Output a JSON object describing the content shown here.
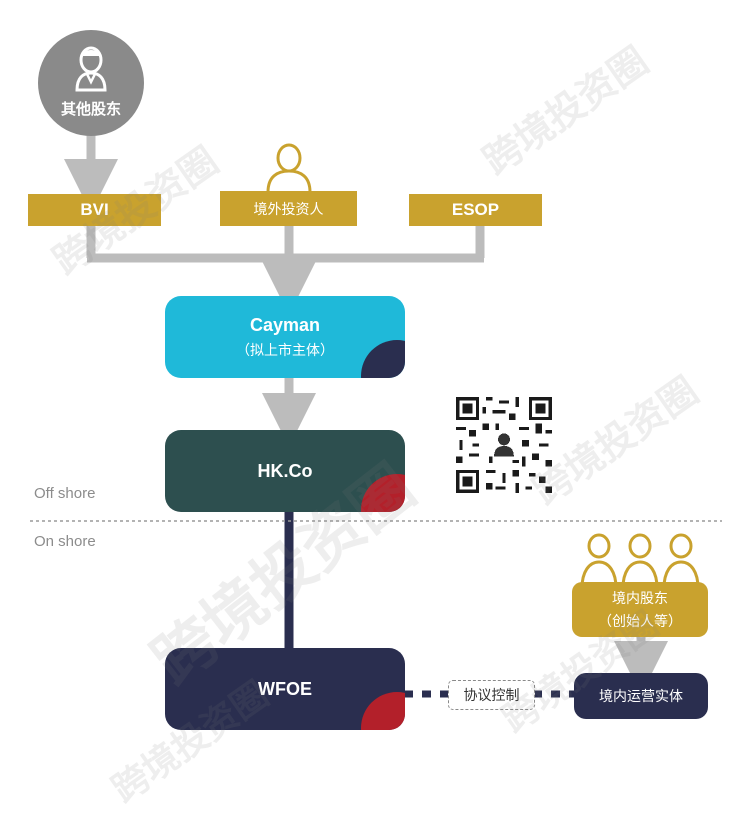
{
  "nodes": {
    "other_shareholders": "其他股东",
    "bvi": "BVI",
    "overseas_investors": "境外投资人",
    "esop": "ESOP",
    "cayman_title": "Cayman",
    "cayman_subtitle": "（拟上市主体）",
    "hkco": "HK.Co",
    "wfoe": "WFOE",
    "agreement_control": "协议控制",
    "domestic_entity": "境内运营实体",
    "domestic_shareholders_title": "境内股东",
    "domestic_shareholders_subtitle": "（创始人等）"
  },
  "zones": {
    "offshore": "Off shore",
    "onshore": "On shore"
  },
  "watermark_text": "跨境投资圈",
  "colors": {
    "gold": "#c9a22e",
    "gray_circle": "#8a8a8a",
    "cayman_blue": "#1fb9d9",
    "hk_green": "#2d4f4f",
    "navy": "#2a2e4f",
    "red_corner": "#b3202a",
    "connector_gray": "#bcbcbc"
  }
}
